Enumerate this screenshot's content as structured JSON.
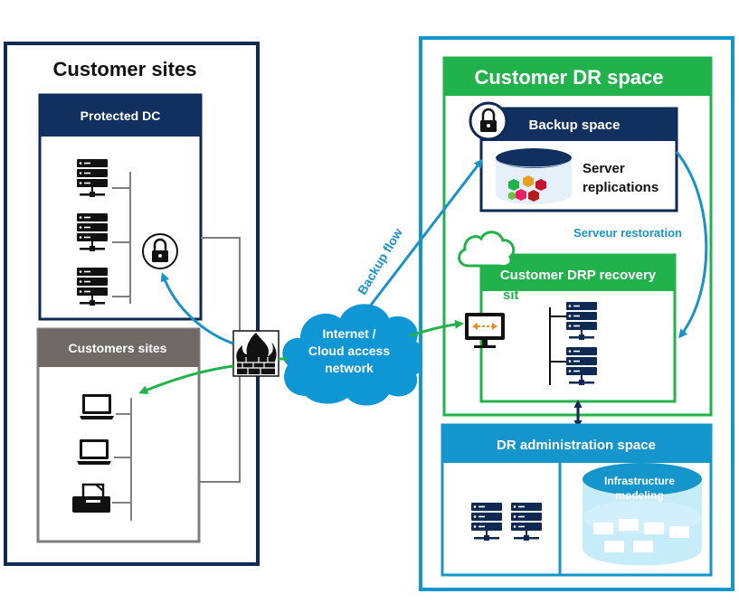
{
  "customer_sites": {
    "title": "Customer sites",
    "protected_dc": {
      "title": "Protected DC"
    },
    "customers_sites": {
      "title": "Customers sites"
    }
  },
  "network": {
    "cloud_line1": "Internet /",
    "cloud_line2": "Cloud access",
    "cloud_line3": "network",
    "backup_flow_label": "Backup flow"
  },
  "dr_space": {
    "title": "Customer DR space",
    "backup_space": {
      "title": "Backup space",
      "replications_line1": "Server",
      "replications_line2": "replications"
    },
    "restoration_label": "Serveur restoration",
    "drp_recovery": {
      "title": "Customer DRP recovery",
      "title_overflow": "sit"
    },
    "admin_space": {
      "title": "DR administration space",
      "infra_line1": "Infrastructure",
      "infra_line2": "modeling"
    }
  },
  "icons": [
    "server-icon",
    "lock-icon",
    "firewall-icon",
    "cloud-icon",
    "laptop-icon",
    "printer-icon",
    "monitor-icon",
    "database-icon"
  ],
  "colors": {
    "navy": "#0e2a52",
    "header_navy": "#12305f",
    "gray_header": "#6f6a68",
    "dr_blue": "#1495cc",
    "dr_green": "#22b24c",
    "cloud_blue": "#0e97d4",
    "arrow_blue": "#1b92c6",
    "arrow_green": "#22b24c",
    "label_blue": "#1b92c6"
  }
}
